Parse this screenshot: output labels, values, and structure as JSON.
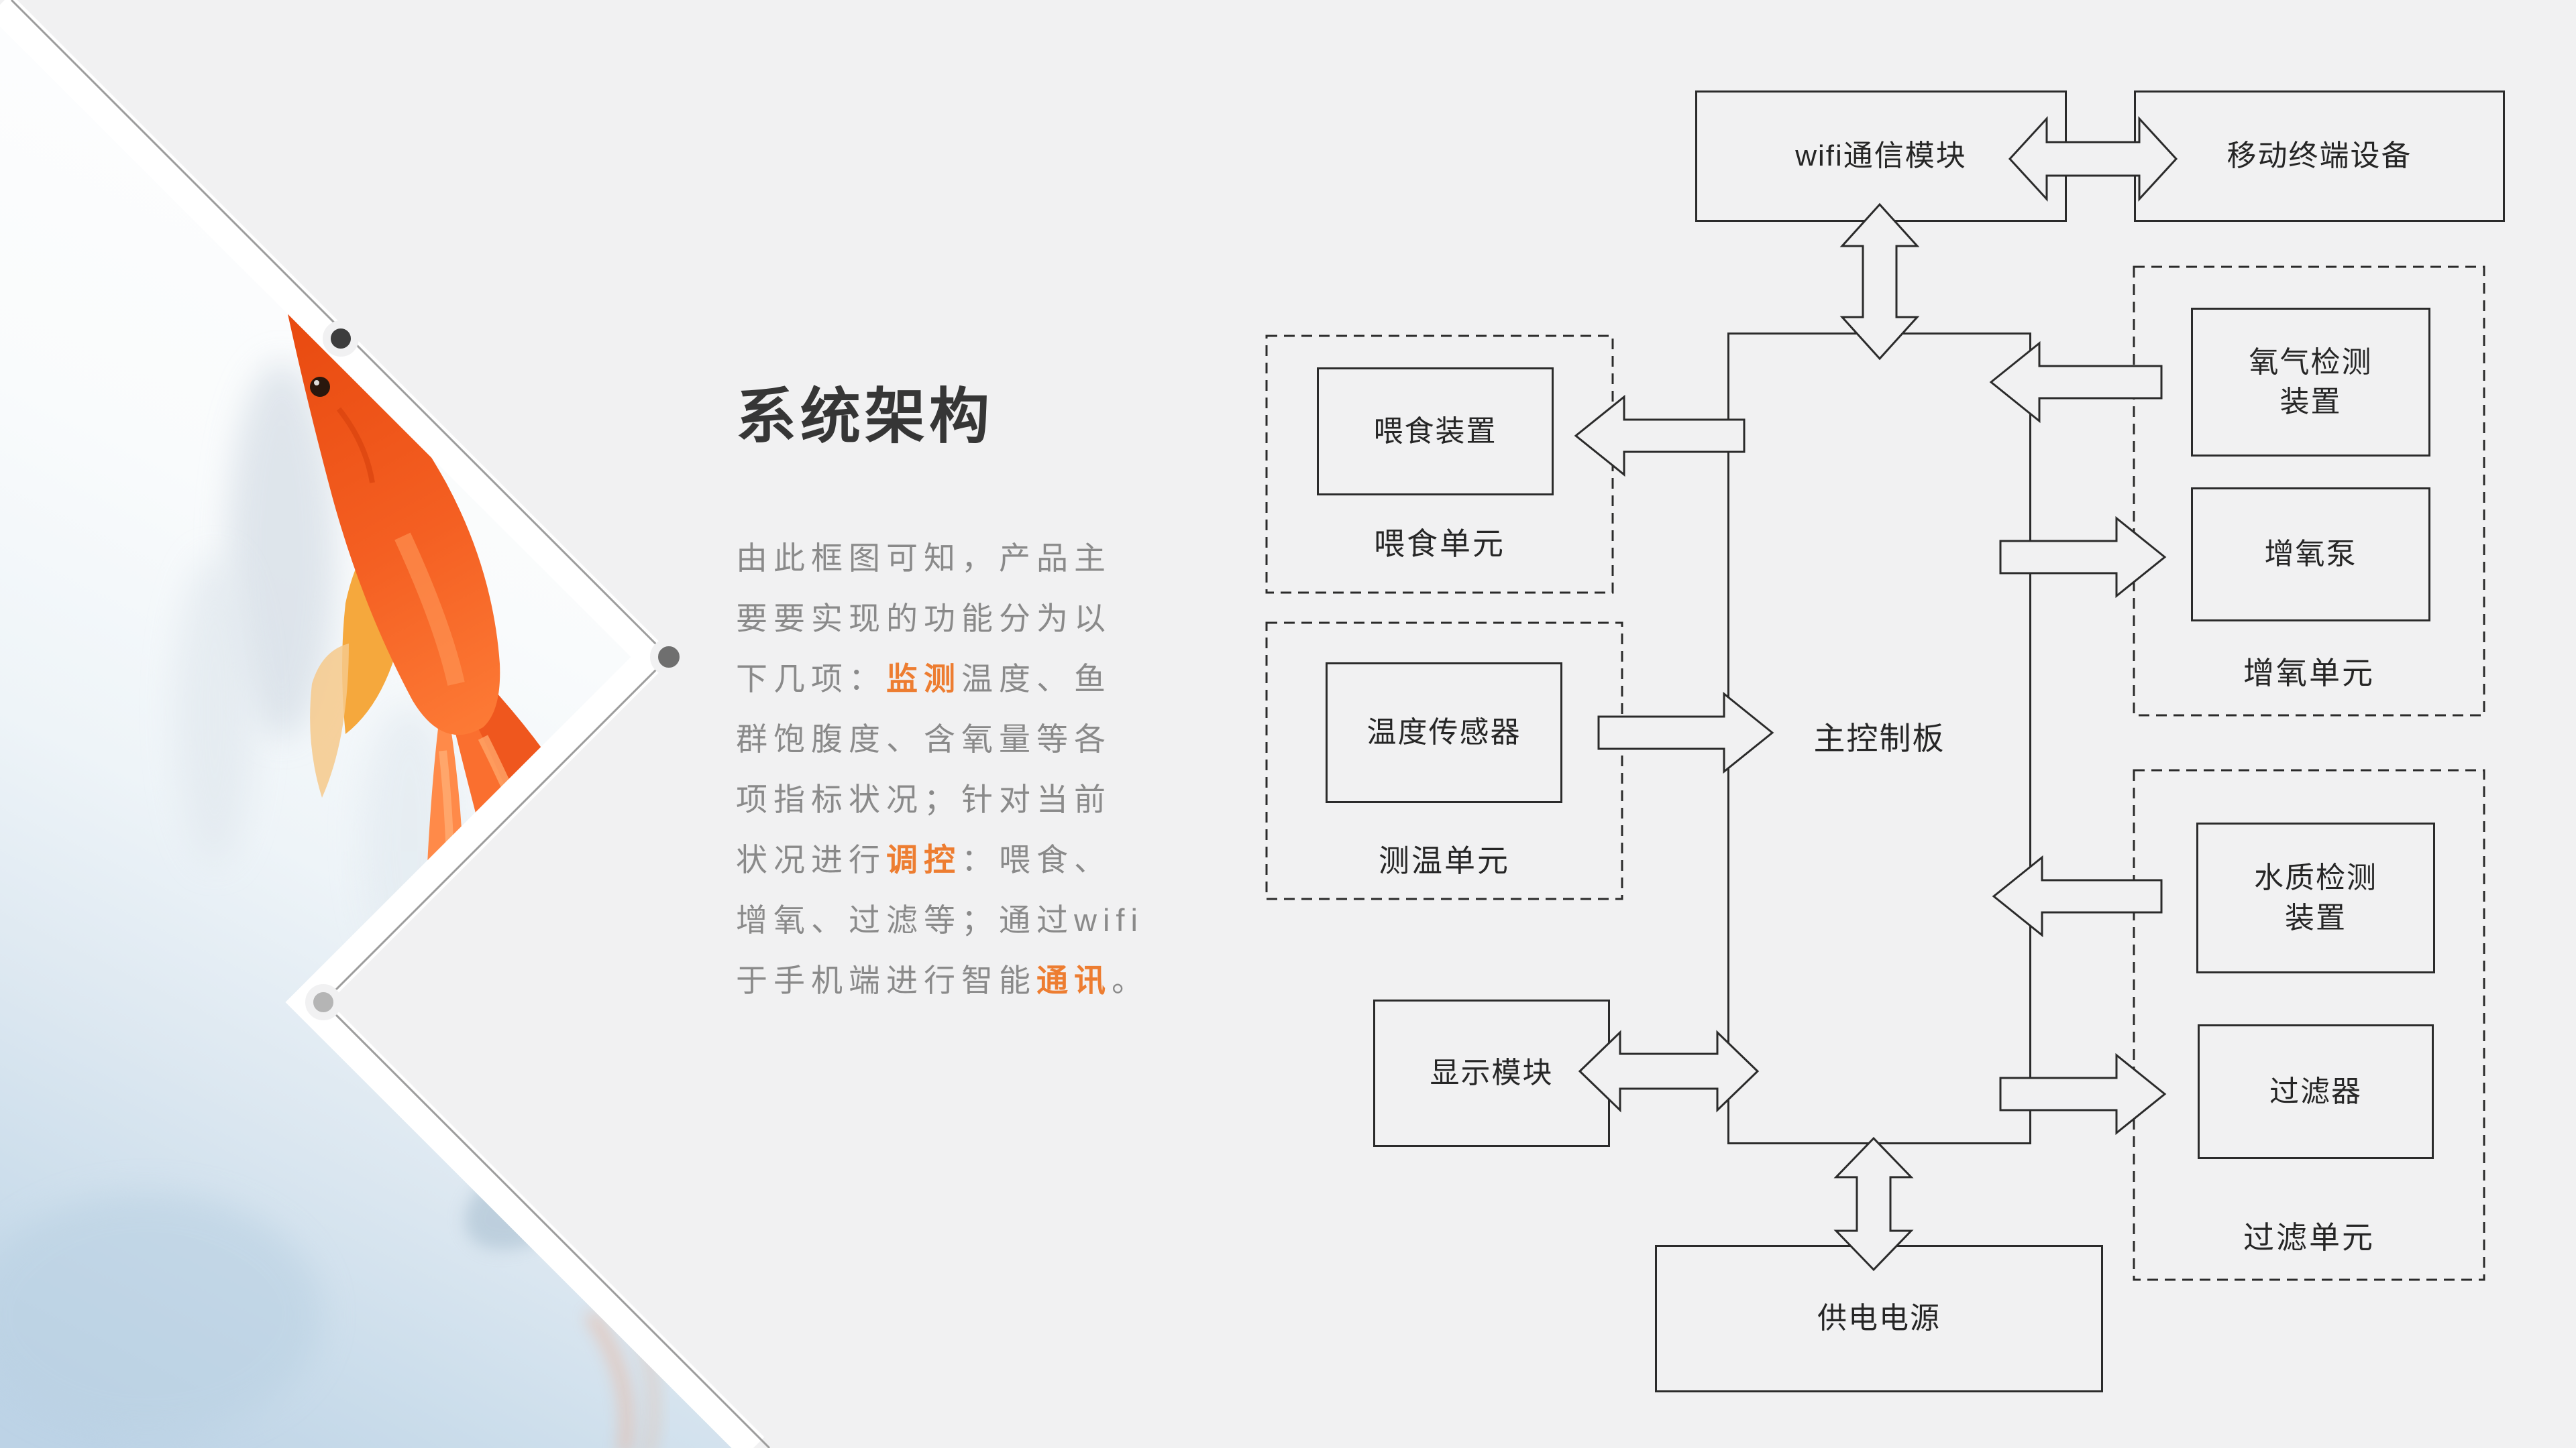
{
  "slide": {
    "background_color": "#f1f1f2",
    "accent_color": "#ed7d31",
    "diagram_line_color": "#2b2b2b",
    "zigzag_line_color": "#9d9d9d"
  },
  "title": "系统架构",
  "paragraph": {
    "text_color": "#8a8a8a",
    "lines": [
      {
        "parts": [
          {
            "t": "由此框图可知，产品主",
            "hl": false
          }
        ]
      },
      {
        "parts": [
          {
            "t": "要要实现的功能分为以",
            "hl": false
          }
        ]
      },
      {
        "parts": [
          {
            "t": "下几项：",
            "hl": false
          },
          {
            "t": "监测",
            "hl": true
          },
          {
            "t": "温度、鱼",
            "hl": false
          }
        ]
      },
      {
        "parts": [
          {
            "t": "群饱腹度、含氧量等各",
            "hl": false
          }
        ]
      },
      {
        "parts": [
          {
            "t": "项指标状况；针对当前",
            "hl": false
          }
        ]
      },
      {
        "parts": [
          {
            "t": "状况进行",
            "hl": false
          },
          {
            "t": "调控",
            "hl": true
          },
          {
            "t": "：喂食、",
            "hl": false
          }
        ]
      },
      {
        "parts": [
          {
            "t": "增氧、过滤等；通过wifi",
            "hl": false
          }
        ]
      },
      {
        "parts": [
          {
            "t": "于手机端进行智能",
            "hl": false
          },
          {
            "t": "通讯",
            "hl": true
          },
          {
            "t": "。",
            "hl": false
          }
        ]
      }
    ]
  },
  "diagram": {
    "nodes": {
      "wifi": {
        "label": "wifi通信模块"
      },
      "mobile": {
        "label": "移动终端设备"
      },
      "board": {
        "label": "主控制板"
      },
      "feeder": {
        "label": "喂食装置"
      },
      "temp": {
        "label": "温度传感器"
      },
      "display": {
        "label": "显示模块"
      },
      "power": {
        "label": "供电电源"
      },
      "oxysensor": {
        "label": "氧气检测\n装置"
      },
      "oxypump": {
        "label": "增氧泵"
      },
      "watersensor": {
        "label": "水质检测\n装置"
      },
      "filter": {
        "label": "过滤器"
      }
    },
    "units": {
      "feeding": {
        "label": "喂食单元"
      },
      "temping": {
        "label": "测温单元"
      },
      "oxygen": {
        "label": "增氧单元"
      },
      "filtering": {
        "label": "过滤单元"
      }
    },
    "connections": [
      {
        "from": "wifi通信模块",
        "to": "移动终端设备",
        "style": "double-headed"
      },
      {
        "from": "wifi通信模块",
        "to": "主控制板",
        "style": "double-headed"
      },
      {
        "from": "主控制板",
        "to": "喂食装置",
        "style": "single"
      },
      {
        "from": "温度传感器",
        "to": "主控制板",
        "style": "single"
      },
      {
        "from": "显示模块",
        "to": "主控制板",
        "style": "double-headed"
      },
      {
        "from": "主控制板",
        "to": "供电电源",
        "style": "double-headed"
      },
      {
        "from": "氧气检测装置",
        "to": "主控制板",
        "style": "single"
      },
      {
        "from": "主控制板",
        "to": "增氧泵",
        "style": "single"
      },
      {
        "from": "水质检测装置",
        "to": "主控制板",
        "style": "single"
      },
      {
        "from": "主控制板",
        "to": "过滤器",
        "style": "single"
      }
    ]
  }
}
